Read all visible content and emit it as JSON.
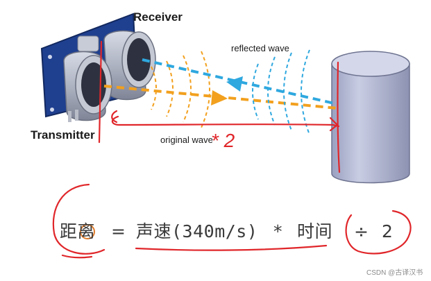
{
  "labels": {
    "receiver": "Receiver",
    "transmitter": "Transmitter",
    "reflected_wave": "reflected wave",
    "original_wave": "original wave"
  },
  "formula": {
    "distance": "距离",
    "equals": "=",
    "sound_speed": "声速(340m/s)",
    "times": "*",
    "time": "时间",
    "divide": "÷",
    "two": "2"
  },
  "annotations": {
    "handwritten_times_two": "* 2"
  },
  "watermark": "CSDN @古译汉书",
  "colors": {
    "orange_wave": "#f2a01e",
    "blue_wave": "#2fa8df",
    "red_ink": "#e0262a",
    "sensor_board": "#1f3f8f"
  }
}
